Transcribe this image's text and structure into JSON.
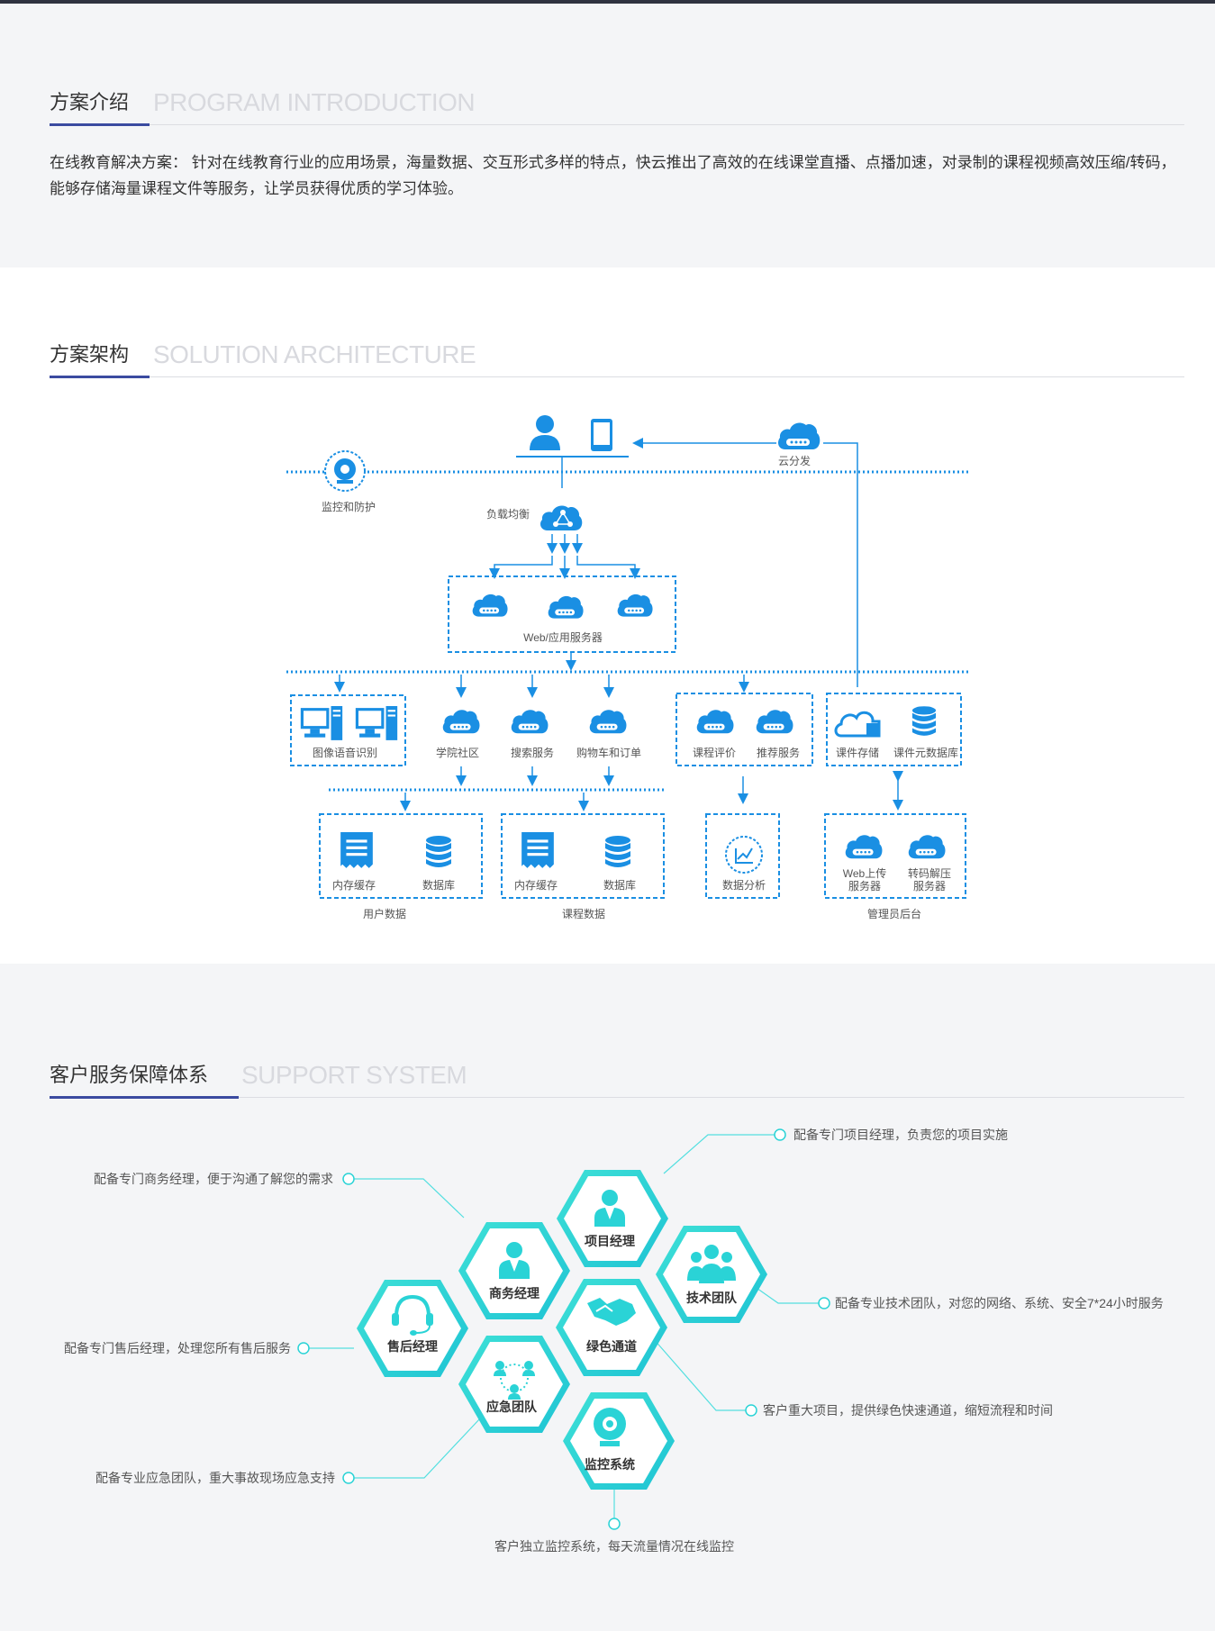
{
  "intro": {
    "title_cn": "方案介绍",
    "title_en": "PROGRAM INTRODUCTION",
    "text": "在线教育解决方案：  针对在线教育行业的应用场景，海量数据、交互形式多样的特点，快云推出了高效的在线课堂直播、点播加速，对录制的课程视频高效压缩/转码，能够存储海量课程文件等服务，让学员获得优质的学习体验。"
  },
  "architecture": {
    "title_cn": "方案架构",
    "title_en": "SOLUTION ARCHITECTURE",
    "nodes": {
      "cloud_dist": "云分发",
      "monitor": "监控和防护",
      "load_balance": "负载均衡",
      "web_servers": "Web/应用服务器",
      "image_voice": "图像语音识别",
      "college": "学院社区",
      "search": "搜索服务",
      "cart": "购物车和订单",
      "course_eval": "课程评价",
      "recommend": "推荐服务",
      "courseware_storage": "课件存储",
      "courseware_meta": "课件元数据库",
      "mem_cache_1": "内存缓存",
      "database_1": "数据库",
      "mem_cache_2": "内存缓存",
      "database_2": "数据库",
      "data_analysis": "数据分析",
      "web_upload_1": "Web上传",
      "web_upload_2": "服务器",
      "transcode_1": "转码解压",
      "transcode_2": "服务器",
      "user_data": "用户数据",
      "course_data": "课程数据",
      "admin": "管理员后台"
    }
  },
  "support": {
    "title_cn": "客户服务保障体系",
    "title_en": "SUPPORT SYSTEM",
    "hexes": {
      "project_manager": "项目经理",
      "business_manager": "商务经理",
      "tech_team": "技术团队",
      "after_sales": "售后经理",
      "green_channel": "绿色通道",
      "emergency_team": "应急团队",
      "monitor_system": "监控系统"
    },
    "descriptions": {
      "project_manager": "配备专门项目经理，负责您的项目实施",
      "business_manager": "配备专门商务经理，便于沟通了解您的需求",
      "tech_team": "配备专业技术团队，对您的网络、系统、安全7*24小时服务",
      "after_sales": "配备专门售后经理，处理您所有售后服务",
      "green_channel": "客户重大项目，提供绿色快速通道，缩短流程和时间",
      "emergency_team": "配备专业应急团队，重大事故现场应急支持",
      "monitor_system": "客户独立监控系统，每天流量情况在线监控"
    }
  },
  "colors": {
    "accent_blue": "#1a8fe3",
    "teal": "#2ad3d6",
    "heading_bar": "#3b4ba0"
  }
}
